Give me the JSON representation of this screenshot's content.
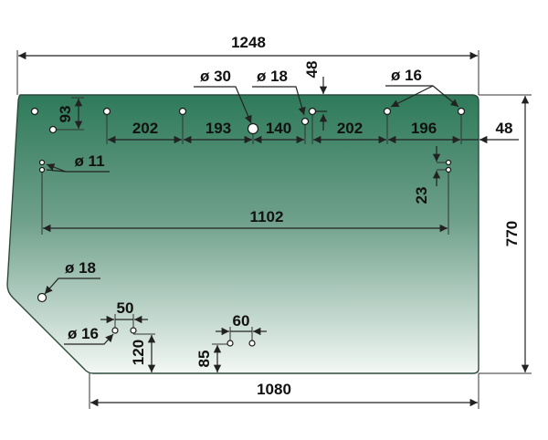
{
  "colors": {
    "panel_top": "#2e7a5a",
    "panel_mid": "#6fa08c",
    "panel_bottom": "#f3f8f4",
    "panel_edge": "#2c4a3c",
    "ink": "#111111"
  },
  "dimensions": {
    "overall_width_top": "1248",
    "overall_width_bottom": "1080",
    "overall_height": "770",
    "hole_row_spacing": [
      "202",
      "193",
      "140",
      "202",
      "196"
    ],
    "right_edge_offset": "48",
    "top_offset": "48",
    "left_hole_height": "93",
    "small_hole_span": "1102",
    "small_hole_pair_gap": "23",
    "lower_left_spacing": "50",
    "lower_left_height": "120",
    "lower_mid_spacing": "60",
    "lower_mid_height": "85"
  },
  "hole_labels": {
    "d30": "ø 30",
    "d18_top": "ø 18",
    "d16_top": "ø 16",
    "d11": "ø 11",
    "d18_left": "ø 18",
    "d16_bottom": "ø 16"
  }
}
